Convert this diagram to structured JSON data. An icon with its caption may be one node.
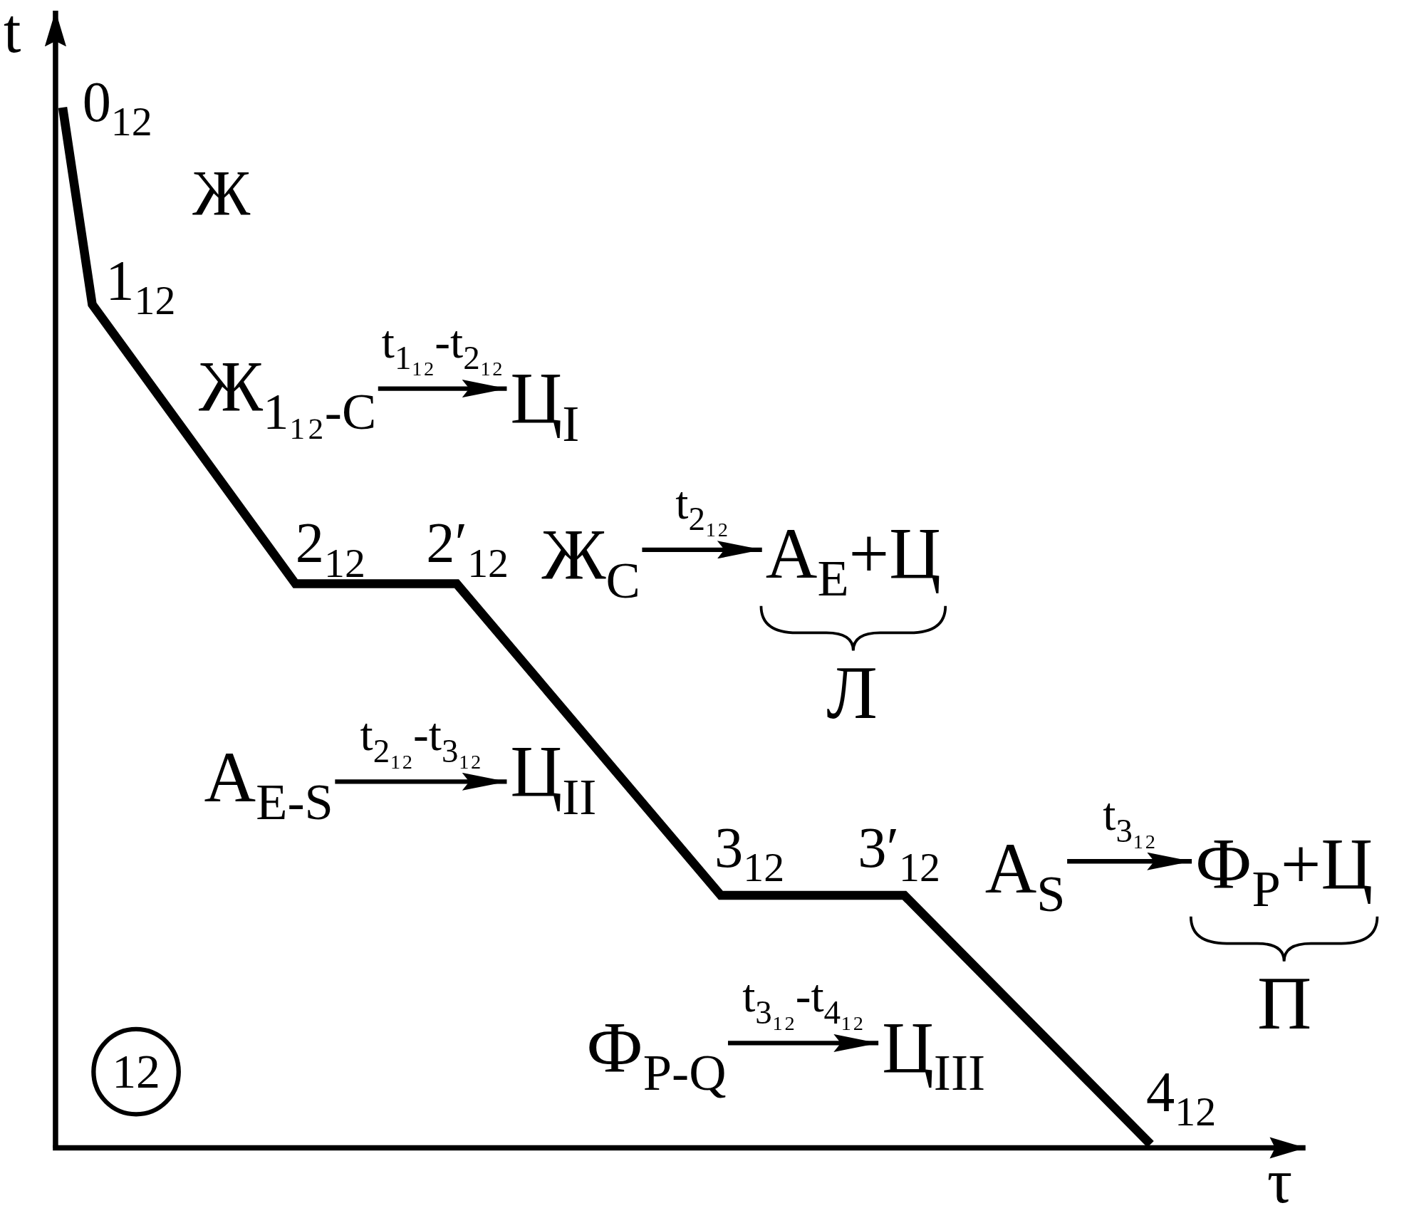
{
  "diagram": {
    "nodes": [
      {
        "text": [
          "Ж$_{1₁₂-C}$"
        ]
      },
      {
        "text": [
          "Ц$_{I}$"
        ]
      },
      {
        "text": [
          "Ж$_{C}$"
        ]
      },
      {
        "text": [
          "A$_{E}$+Ц"
        ],
        "beside": [
          "Л"
        ]
      },
      {
        "text": [
          "A$_{E-S}$"
        ]
      },
      {
        "text": [
          "Ц$_{II}$"
        ]
      },
      {
        "text": [
          "A$_{S}$"
        ]
      },
      {
        "text": [
          "Ф$_{P}$+Ц"
        ],
        "beside": [
          "П"
        ]
      },
      {
        "text": [
          "Ф$_{P-Q}$"
        ]
      },
      {
        "text": [
          "Ц$_{III}$"
        ]
      },
      {
        "text": [
          "12"
        ]
      }
    ],
    "edges": [
      {
        "from": 0,
        "to": 1,
        "arrow": "to",
        "label": "t$_{1₁₂}$-t$_{2₁₂}$"
      },
      {
        "from": 2,
        "to": 3,
        "arrow": "to",
        "label": "t$_{2₁₂}$"
      },
      {
        "from": 4,
        "to": 5,
        "arrow": "to",
        "label": "t$_{2₁₂}$-t$_{3₁₂}$"
      },
      {
        "from": 6,
        "to": 7,
        "arrow": "to",
        "label": "t$_{3₁₂}$"
      },
      {
        "from": 8,
        "to": 9,
        "arrow": "to",
        "label": "t$_{3₁₂}$-t$_{4₁₂}$"
      }
    ],
    "labels": [
      "t",
      "0$_{12}$",
      "Ж",
      "1$_{12}$",
      "2$_{12}$",
      "2′$_{12}$",
      "3$_{12}$",
      "3′$_{12}$",
      "4$_{12}$",
      "τ"
    ]
  }
}
